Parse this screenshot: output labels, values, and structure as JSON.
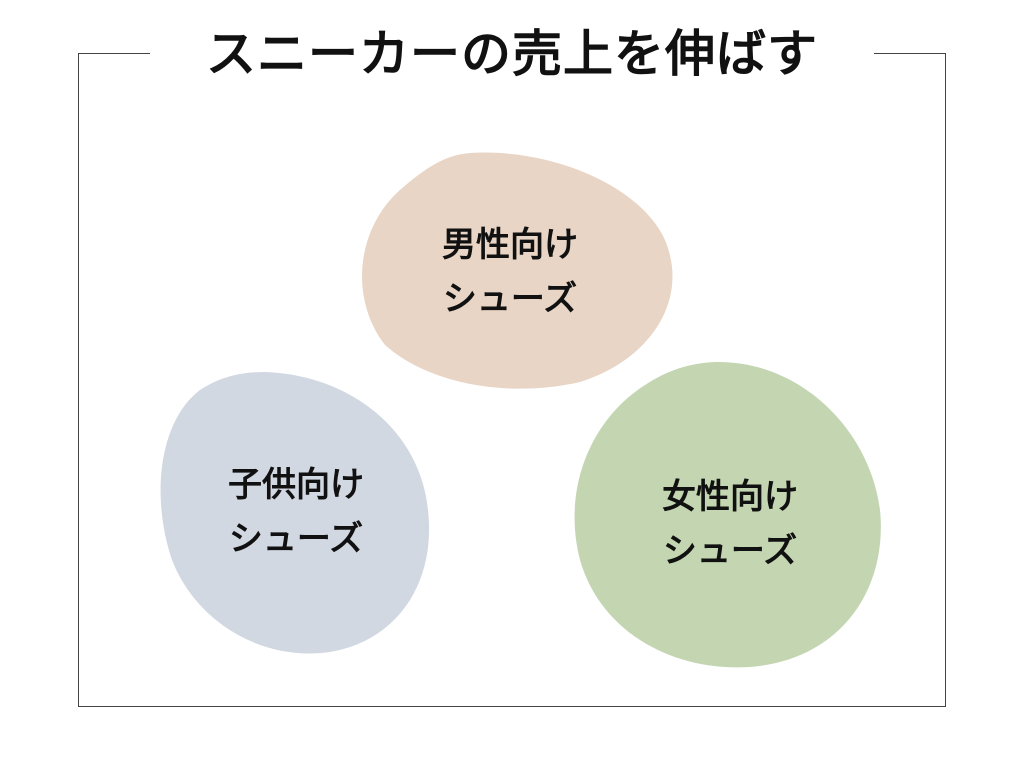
{
  "title": "スニーカーの売上を伸ばす",
  "colors": {
    "frame": "#444444",
    "men_blob": "#E8D5C5",
    "kids_blob": "#D2D8E2",
    "women_blob": "#C4D6B1",
    "text": "#111111"
  },
  "segments": {
    "men": {
      "line1": "男性向け",
      "line2": "シューズ"
    },
    "kids": {
      "line1": "子供向け",
      "line2": "シューズ"
    },
    "women": {
      "line1": "女性向け",
      "line2": "シューズ"
    }
  }
}
